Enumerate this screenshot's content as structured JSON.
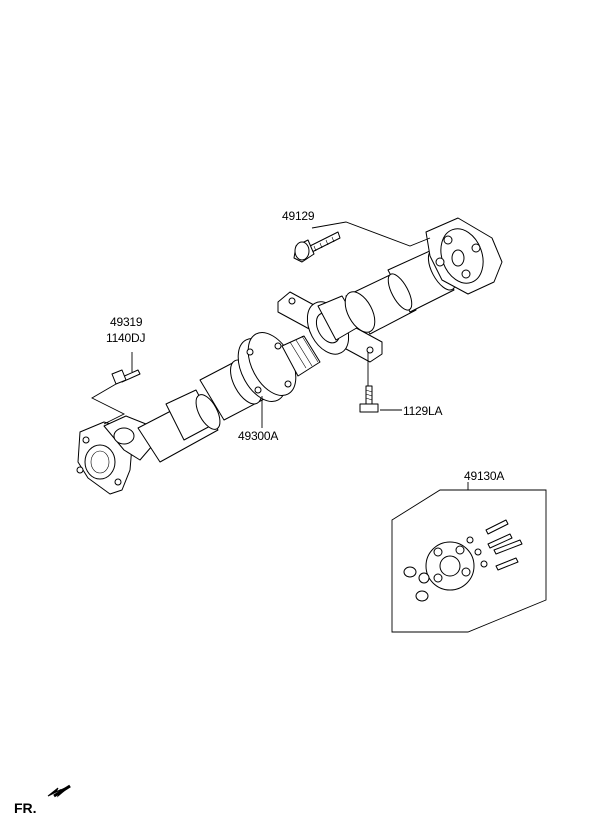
{
  "labels": {
    "part_49129": "49129",
    "part_49319": "49319",
    "part_1140DJ": "1140DJ",
    "part_1129LA": "1129LA",
    "part_49300A": "49300A",
    "part_49130A": "49130A"
  },
  "direction_label": "FR.",
  "icons": {
    "front_arrow": "arrow-left-down-icon"
  }
}
